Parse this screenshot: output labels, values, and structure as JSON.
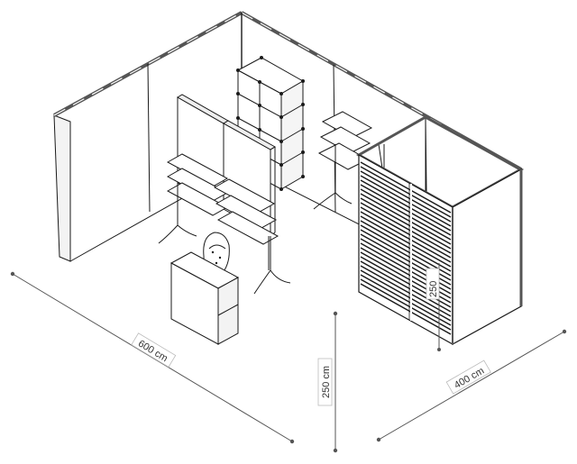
{
  "dimensions": {
    "width": "600 cm",
    "height": "250 cm",
    "depth": "400 cm",
    "panel_height": "250"
  },
  "colors": {
    "line": "#1a1a1a",
    "frame": "#555555",
    "dimension": "#555555",
    "background": "#ffffff"
  }
}
